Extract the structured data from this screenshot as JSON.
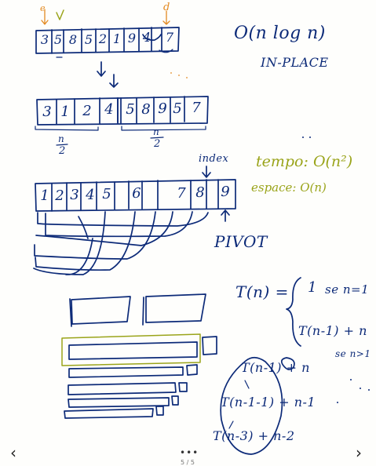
{
  "notes": {
    "top_array": {
      "cells": [
        "3",
        "5",
        "8",
        "5",
        "2",
        "1",
        "9",
        "4",
        "7"
      ],
      "markers": [
        "e",
        "d"
      ]
    },
    "split_array": {
      "left_cells": [
        "3",
        "1",
        "2"
      ],
      "pivot_cell": "4",
      "right_cells": [
        "5",
        "8",
        "9",
        "5",
        "7"
      ],
      "left_label_numerator": "n",
      "left_label_denominator": "2",
      "right_label_numerator": "n",
      "right_label_denominator": "2"
    },
    "complexity": {
      "big_o": "O(n log n)",
      "in_place": "IN-PLACE"
    },
    "sorted_array": {
      "cells": [
        "1",
        "2",
        "3",
        "4",
        "5",
        "6",
        "7",
        "8",
        "9"
      ],
      "index_label": "index",
      "pivot_label": "PIVOT"
    },
    "green_notes": {
      "tempo": "tempo: O(n²)",
      "espace": "espace: O(n)"
    },
    "recurrence": {
      "lhs": "T(n) =",
      "case1_value": "1",
      "case1_condition": "se n=1",
      "case2_value": "T(n-1) + n",
      "case2_condition": "se n>1"
    },
    "expansion": {
      "line1": "T(n-1) + n",
      "line2": "T(n-1-1) + n-1",
      "line3": "T(n-3) + n-2"
    }
  },
  "viewer": {
    "prev_icon": "chevron-left-icon",
    "prev_glyph": "‹",
    "next_icon": "chevron-right-icon",
    "next_glyph": "›",
    "menu_icon": "more-horizontal-icon",
    "menu_glyph": "•••",
    "page_indicator": "5 / 5"
  },
  "colors": {
    "ink": "#0c2a78",
    "green": "#9aa41a",
    "orange": "#e38a21",
    "background": "#fefefc"
  }
}
